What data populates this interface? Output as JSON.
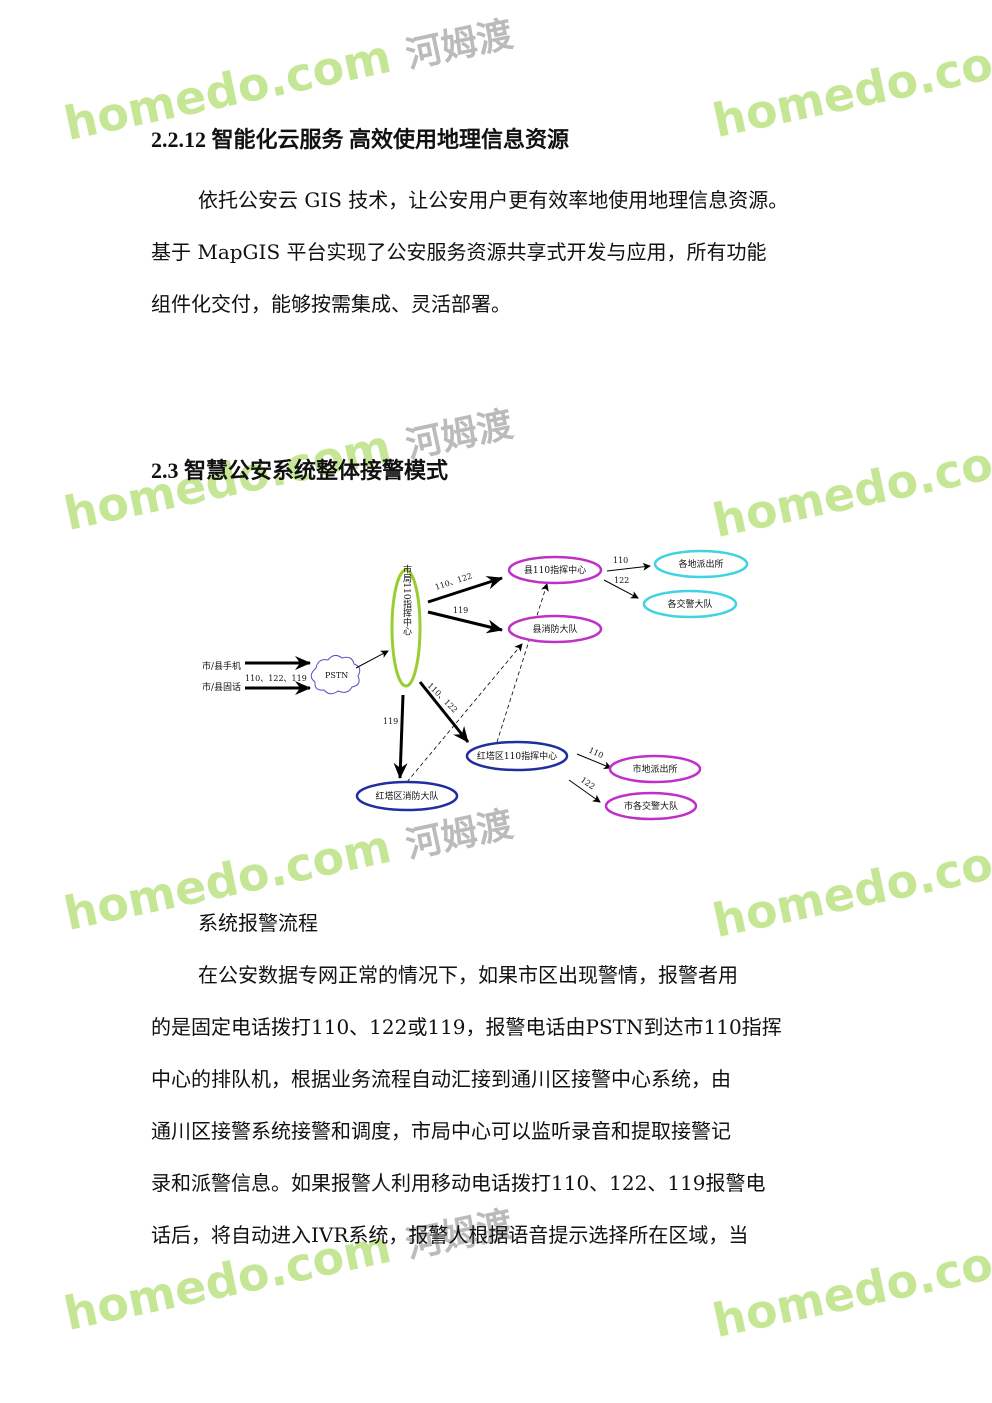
{
  "watermark": "homedo.com 河姆渡",
  "section_1": {
    "heading": "2.2.12 智能化云服务  高效使用地理信息资源",
    "lines": [
      "依托公安云 GIS 技术，让公安用户更有效率地使用地理信息资源。",
      "基于 MapGIS 平台实现了公安服务资源共享式开发与应用，所有功能",
      "组件化交付，能够按需集成、灵活部署。"
    ]
  },
  "section_2": {
    "heading": "2.3 智慧公安系统整体接警模式",
    "diagram": {
      "sources": [
        "市/县手机",
        "市/县固话"
      ],
      "source_codes": "110、122、119",
      "pstn": "PSTN",
      "city_center": "市局110指挥中心",
      "county_center": "县110指挥中心",
      "county_fire": "县消防大队",
      "county_police": "各地派出所",
      "county_traffic": "各交警大队",
      "district_center": "红塔区110指挥中心",
      "district_fire": "红塔区消防大队",
      "city_police": "市地派出所",
      "city_traffic": "市各交警大队",
      "edge_labels": {
        "city_to_county": "110、122",
        "city_to_county_fire": "119",
        "city_to_district": "110、122",
        "city_to_district_fire": "119",
        "county_to_police": "110",
        "county_to_traffic": "122",
        "district_to_police": "110",
        "district_to_traffic": "122"
      },
      "colors": {
        "city": "#9acd32",
        "county": "#c030c8",
        "cyan": "#3fd3e3",
        "district": "#1f2fa0"
      }
    },
    "subheading": "系统报警流程",
    "lines": [
      "在公安数据专网正常的情况下，如果市区出现警情，报警者用",
      "的是固定电话拨打110、122或119，报警电话由PSTN到达市110指挥",
      "中心的排队机，根据业务流程自动汇接到通川区接警中心系统，由",
      "通川区接警系统接警和调度，市局中心可以监听录音和提取接警记",
      "录和派警信息。如果报警人利用移动电话拨打110、122、119报警电",
      "话后，将自动进入IVR系统，报警人根据语音提示选择所在区域，当"
    ]
  }
}
